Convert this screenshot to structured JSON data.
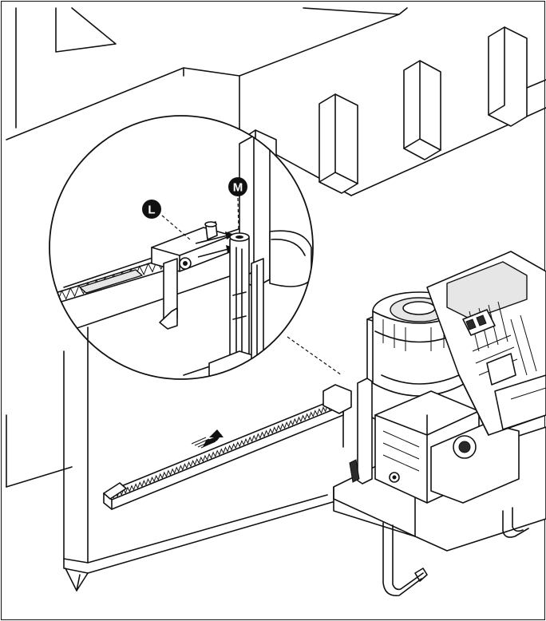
{
  "callouts": [
    {
      "id": "L",
      "label": "L"
    },
    {
      "id": "M",
      "label": "M"
    }
  ],
  "colors": {
    "line": "#111111",
    "background": "#ffffff",
    "shade": "#e6e6e6",
    "callout_fill": "#111111"
  }
}
